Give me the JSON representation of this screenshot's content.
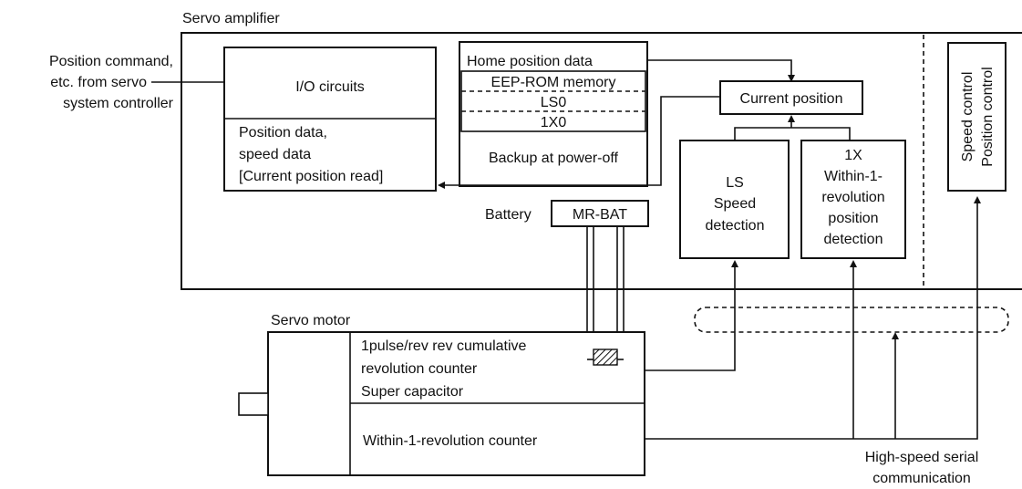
{
  "amplifier": {
    "title": "Servo amplifier",
    "input_label": [
      "Position command,",
      "etc. from servo",
      "system controller"
    ],
    "io_box": {
      "title": "I/O circuits",
      "data_lines": [
        "Position data,",
        "speed data",
        "[Current position read]"
      ]
    },
    "memory_box": {
      "home_position": "Home position data",
      "eeprom": "EEP-ROM memory",
      "ls0": "LS0",
      "onex0": "1X0",
      "backup": "Backup at power-off"
    },
    "current_position": "Current position",
    "speed_detection": [
      "LS",
      "Speed",
      "detection"
    ],
    "position_detection": [
      "1X",
      "Within-1-",
      "revolution",
      "position",
      "detection"
    ],
    "control_box": [
      "Speed control",
      "Position control"
    ],
    "battery_label": "Battery",
    "battery_name": "MR-BAT"
  },
  "motor": {
    "title": "Servo motor",
    "upper_lines": [
      "1pulse/rev rev cumulative",
      "revolution counter",
      "Super capacitor"
    ],
    "lower_label": "Within-1-revolution counter"
  },
  "serial": {
    "label": [
      "High-speed serial",
      "communication"
    ]
  }
}
